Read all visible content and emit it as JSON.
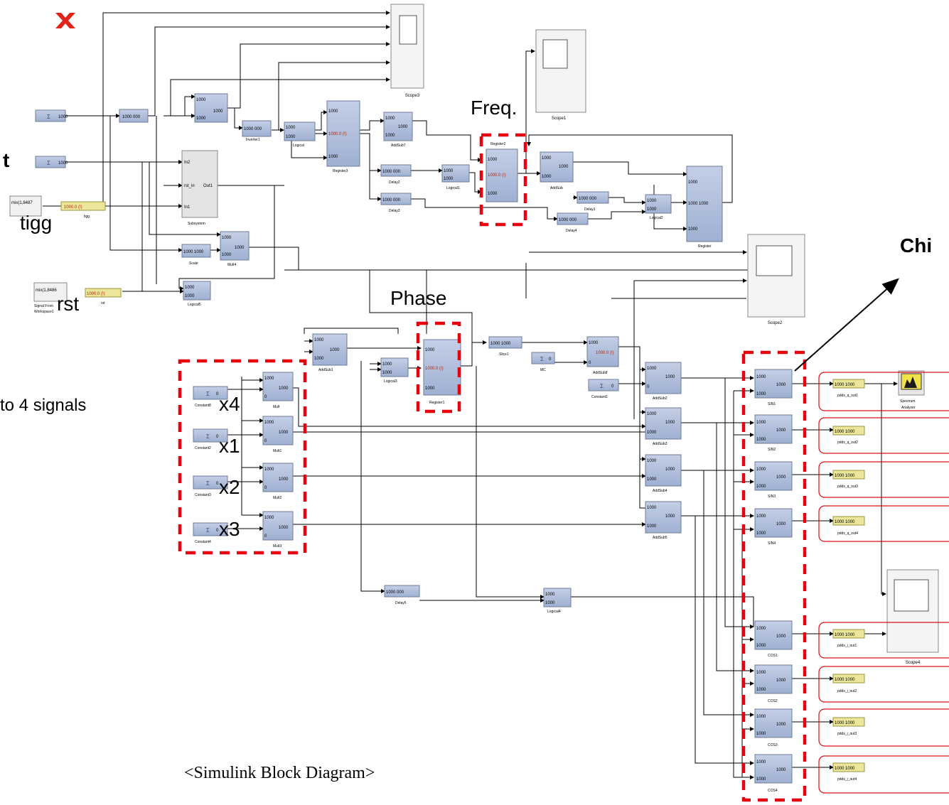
{
  "annotations": {
    "freq": "Freq.",
    "phase": "Phase",
    "chi": "Chi",
    "t": "t",
    "tigg": "tigg",
    "rst": "rst",
    "to4signals": "to 4 signals",
    "x4": "x4",
    "x1": "x1",
    "x2": "x2",
    "x3": "x3",
    "caption": "<Simulink Block Diagram>"
  },
  "block_text": {
    "gen": "1000",
    "gen_d": "1000 1000",
    "reg_val": "1000.0 (!)",
    "sum_top": "1000",
    "delay_v": "1000 000",
    "out_gray": "1000 1000",
    "zero": "0",
    "in2": "In2",
    "rstin": "rst_in",
    "out1": "Out1",
    "in1": "In1",
    "ws1": "mix(1,8487",
    "ws2": "mix(1,8486"
  },
  "blocks": {
    "scope3": "Scope3",
    "scope1": "Scope1",
    "scope2": "Scope2",
    "scope4": "Scope4",
    "register2": "Register2",
    "register3": "Register3",
    "register": "Register",
    "register1": "Register1",
    "addsub7": "AddSub7",
    "addsub": "AddSub",
    "addsub1": "AddSub1",
    "addsub8": "AddSub8",
    "addsub2": "AddSub2",
    "addsub3": "AddSub3",
    "addsub4": "AddSub4",
    "addsub5": "AddSub5",
    "inverter1": "Inverter1",
    "logical": "Logical",
    "logical1": "Logical1",
    "logical2": "Logical2",
    "logical3": "Logical3",
    "logical4": "Logical4",
    "logical5": "Logical5",
    "delay1": "Delay1",
    "delay2": "Delay2",
    "delay3": "Delay3",
    "delay4": "Delay4",
    "delay5": "Delay5",
    "subsystem": "Subsystem",
    "scale": "Scale",
    "mult4": "Mult4",
    "mult": "Mult",
    "mult1": "Mult1",
    "mult2": "Mult2",
    "mult3": "Mult3",
    "constant8": "Constant8",
    "constant2": "Constant2",
    "constant3": "Constant3",
    "constant4": "Constant4",
    "constant1": "Constant1",
    "slice1": "Slice1",
    "mc": "MC",
    "sin1": "SIN1",
    "sin2": "SIN2",
    "sin3": "SIN3",
    "sin4": "SIN4",
    "cos1": "COS1",
    "cos2": "COS2",
    "cos3": "COS3",
    "cos4": "COS4",
    "pdds_q_out1": "pdds_q_out1",
    "pdds_q_out2": "pdds_q_out2",
    "pdds_q_out3": "pdds_q_out3",
    "pdds_q_out4": "pdds_q_out4",
    "pdds_i_out1": "pdds_i_out1",
    "pdds_i_out2": "pdds_i_out2",
    "pdds_i_out3": "pdds_i_out3",
    "pdds_i_out4": "pdds_i_out4",
    "spectrum": "Spectrum",
    "analyzer": "Analyzer",
    "tigg_blk": "tigg",
    "rst_blk": "rst",
    "ws_sig": "Signal From",
    "ws_work": "Workspace1"
  },
  "colors": {
    "block_fill": "#aebbd6",
    "block_border": "#6c7c9c",
    "gateway_fill": "#ece69a",
    "red": "#e8000b",
    "wire": "#000000",
    "out_red": "#d61010"
  }
}
